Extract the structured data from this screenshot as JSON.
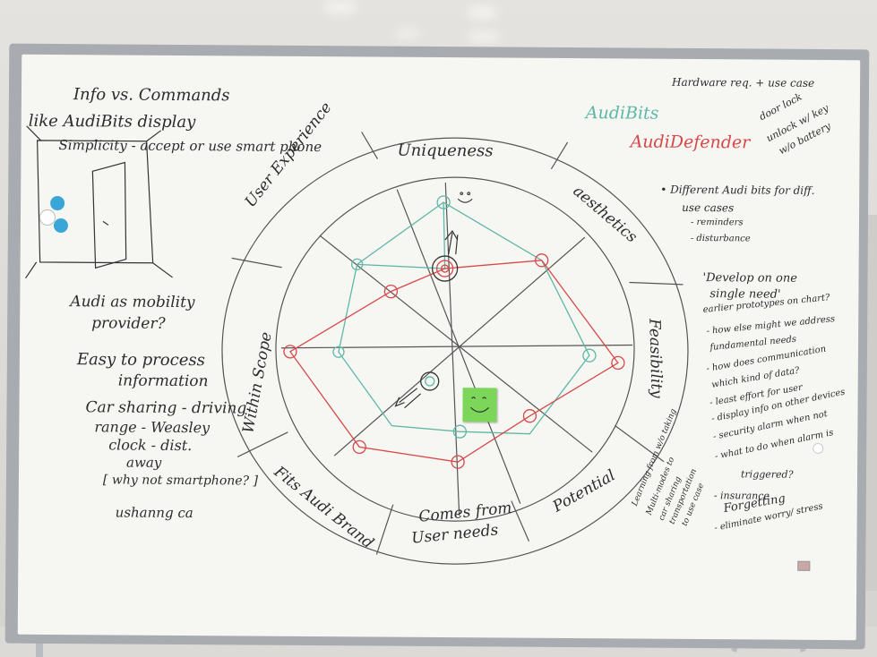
{
  "colors": {
    "marker_black": "#2c2c2c",
    "marker_red": "#d84848",
    "marker_teal": "#5fb7a6",
    "sticky_green": "#7cd65a",
    "magnet_blue": "#3aa6d8"
  },
  "left_notes": {
    "line1": "Info vs. Commands",
    "line2": "like AudiBits display",
    "line3": "Simplicity - accept or use smart phone",
    "mobility1": "Audi as mobility",
    "mobility2": "provider?",
    "easy1": "Easy to process",
    "easy2": "information",
    "car1": "Car sharing - driving",
    "car2": "range - Weasley",
    "car3": "clock - dist.",
    "car4": "away",
    "why": "[ why not smartphone? ]",
    "sharing": "ushanng ca"
  },
  "ring_labels": {
    "top": "Uniqueness",
    "user_experience": "User Experience",
    "aesthetics": "aesthetics",
    "feasibility": "Feasibility",
    "potential": "Potential",
    "comes_from": "Comes from",
    "user_needs": "User needs",
    "fits_audi": "Fits Audi Brand",
    "within_scope": "Within Scope"
  },
  "right_notes": {
    "hardware": "Hardware req. + use case",
    "door_lock": "door lock",
    "unlock": "unlock w/ key",
    "battery": "w/o battery",
    "audibits": "AudiBits",
    "audidefender": "AudiDefender",
    "different": "• Different Audi bits for diff.",
    "use_cases": "use cases",
    "reminders": "- reminders",
    "disturbance": "- disturbance",
    "develop1": "'Develop on one",
    "develop2": "single need'",
    "earlier": "earlier prototypes on chart?",
    "how_else": "- how else might we address",
    "fundamental": "fundamental needs",
    "how_does": "- how does communication",
    "which_kind": "which kind of data?",
    "least_effort": "- least effort for user",
    "display": "- display info on other devices",
    "security": "- security alarm when not",
    "what_to_do": "- what to do when alarm is",
    "triggered": "triggered?",
    "insurance": "- insurance",
    "forgetting": "Forgetting",
    "eliminate": "- eliminate worry/ stress",
    "learning1": "Learning from w/o taking",
    "learning2": "Multi-modes to",
    "learning3": "car sharing",
    "learning4": "transportation",
    "learning5": "to use case"
  }
}
